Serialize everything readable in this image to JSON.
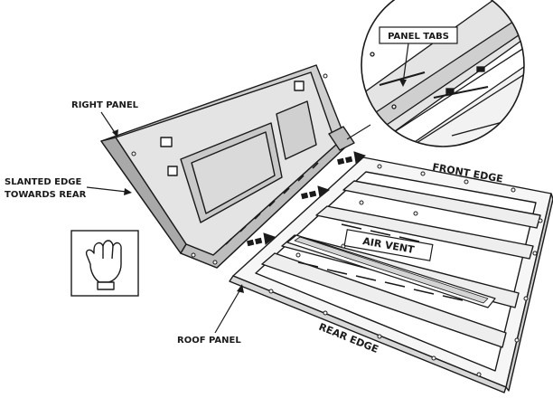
{
  "labels": {
    "right_panel": "RIGHT PANEL",
    "slanted_edge_line1": "SLANTED EDGE",
    "slanted_edge_line2": "TOWARDS REAR",
    "panel_tabs": "PANEL TABS",
    "front_edge": "FRONT EDGE",
    "air_vent": "AIR VENT",
    "roof_panel": "ROOF PANEL",
    "rear_edge": "REAR EDGE"
  },
  "icons": {
    "glove": "gloved-hand-icon"
  },
  "colors": {
    "line": "#1a1a1a",
    "panel_fill": "#e6e6e6",
    "panel_dark": "#bdbdbd",
    "frame_fill": "#f4f4f4",
    "arrow": "#1a1a1a"
  }
}
